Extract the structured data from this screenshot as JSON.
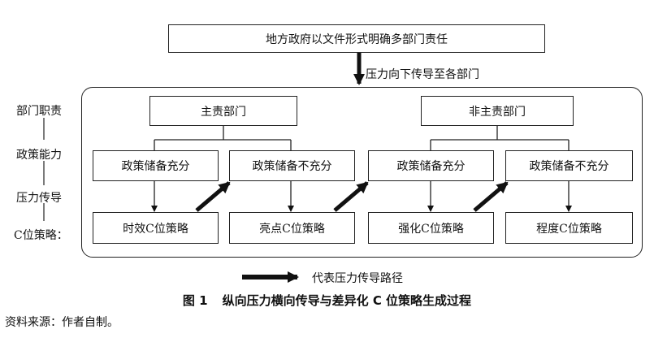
{
  "top_box": "地方政府以文件形式明确多部门责任",
  "pressure_label": "压力向下传导至各部门",
  "row_labels": [
    "部门职责",
    "政策能力",
    "压力传导",
    "C位策略："
  ],
  "departments": {
    "main": "主责部门",
    "non_main": "非主责部门"
  },
  "capacity": {
    "a": "政策储备充分",
    "b": "政策储备不充分",
    "c": "政策储备充分",
    "d": "政策储备不充分"
  },
  "strategies": {
    "a": "时效C位策略",
    "b": "亮点C位策略",
    "c": "强化C位策略",
    "d": "程度C位策略"
  },
  "legend": "代表压力传导路径",
  "caption": {
    "number": "图 1",
    "title": "纵向压力横向传导与差异化 C 位策略生成过程"
  },
  "source": "资料来源：作者自制。"
}
